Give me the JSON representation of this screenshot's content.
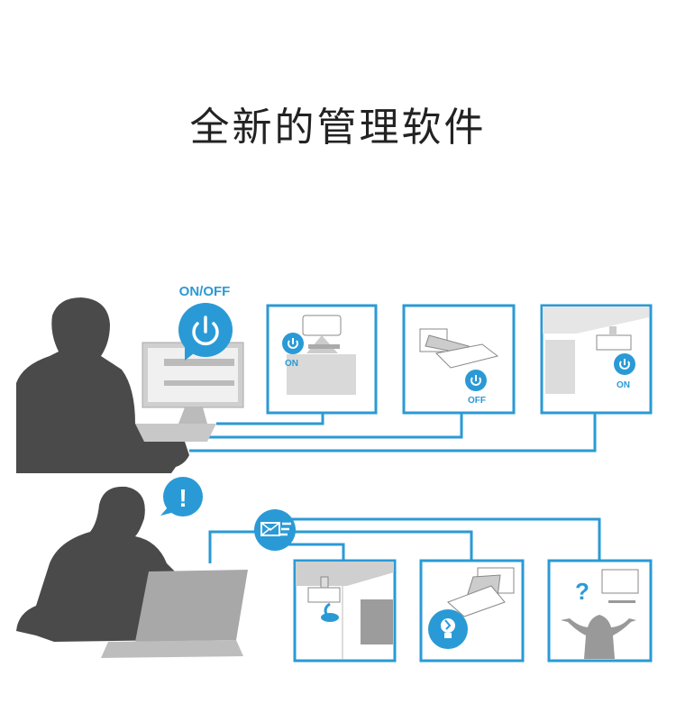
{
  "title": "全新的管理软件",
  "labels": {
    "onoff": "ON/OFF",
    "projector1_state": "ON",
    "projector2_state": "OFF",
    "projector3_state": "ON",
    "alert": "!",
    "question": "?"
  },
  "colors": {
    "accent": "#2a9ad6",
    "silhouette": "#4a4a4a",
    "panel": "#d9d9d9"
  }
}
